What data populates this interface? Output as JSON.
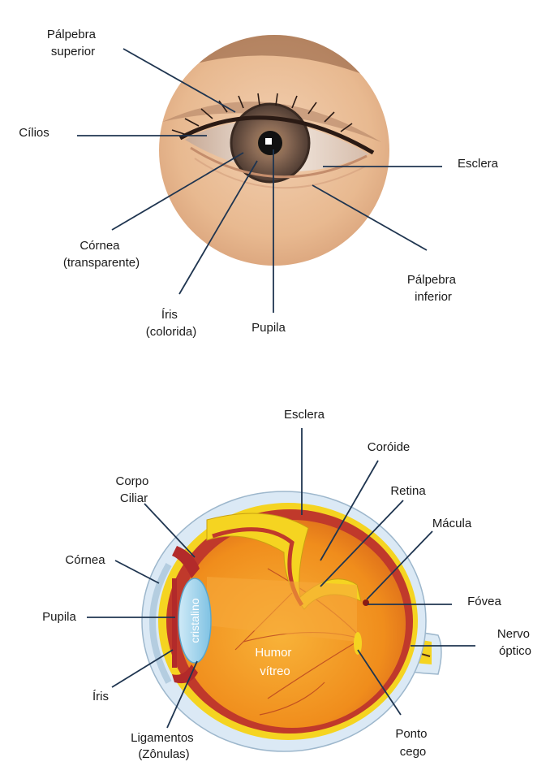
{
  "colors": {
    "leader_line": "#1f3550",
    "label_text": "#1a1a1a",
    "sclera_blue": "#cfe2f3",
    "choroid_red": "#c0392b",
    "retina_yellow": "#f5d421",
    "vitreous_orange": "#f39a1e",
    "lens_blue": "#9fd3ec",
    "iris_brown": "#8a6a55"
  },
  "external_eye": {
    "labels": {
      "palpebra_superior": [
        "Pálpebra",
        "superior"
      ],
      "cilios": [
        "Cílios"
      ],
      "esclera": [
        "Esclera"
      ],
      "cornea": [
        "Córnea",
        "(transparente)"
      ],
      "palpebra_inferior": [
        "Pálpebra",
        "inferior"
      ],
      "iris": [
        "Íris",
        "(colorida)"
      ],
      "pupila": [
        "Pupila"
      ]
    }
  },
  "cross_section": {
    "labels": {
      "esclera": [
        "Esclera"
      ],
      "coroide": [
        "Coróide"
      ],
      "retina": [
        "Retina"
      ],
      "corpo_ciliar": [
        "Corpo",
        "Ciliar"
      ],
      "macula": [
        "Mácula"
      ],
      "cornea": [
        "Córnea"
      ],
      "fovea": [
        "Fóvea"
      ],
      "pupila": [
        "Pupila"
      ],
      "nervo_optico": [
        "Nervo",
        "óptico"
      ],
      "iris": [
        "Íris"
      ],
      "ligamentos": [
        "Ligamentos",
        "(Zônulas)"
      ],
      "ponto_cego": [
        "Ponto",
        "cego"
      ],
      "cristalino": "cristalino",
      "humor_vitreo": [
        "Humor",
        "vítreo"
      ]
    }
  }
}
